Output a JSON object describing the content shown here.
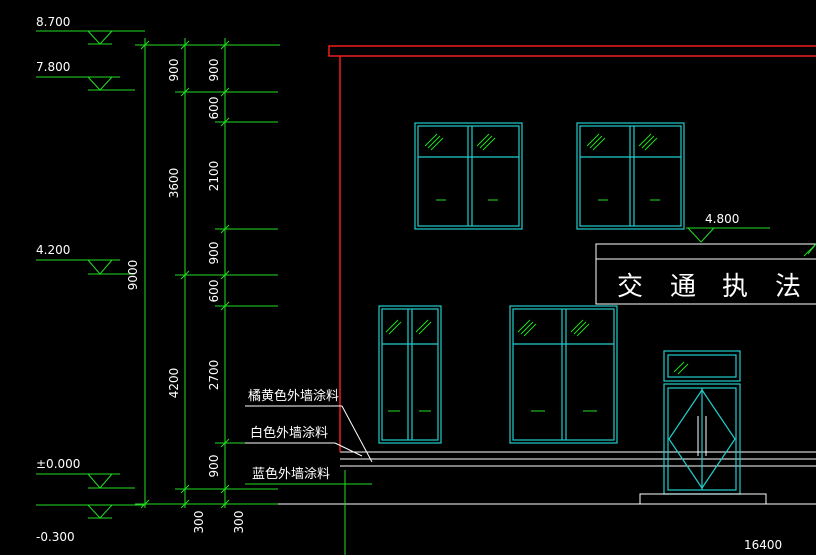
{
  "elevations": {
    "e8700": "8.700",
    "e7800": "7.800",
    "e4200": "4.200",
    "e0000": "±0.000",
    "em0300": "-0.300",
    "e4800": "4.800"
  },
  "dimensions": {
    "outer_900": "900",
    "outer_3600": "3600",
    "outer_4200": "4200",
    "total_9000": "9000",
    "inner_900_top": "900",
    "inner_600_a": "600",
    "inner_2100": "2100",
    "inner_900_mid": "900",
    "inner_600_b": "600",
    "inner_2700": "2700",
    "inner_900_bot": "900",
    "bottom_300_a": "300",
    "bottom_300_b": "300",
    "width_16400": "16400"
  },
  "materials": {
    "orange": "橘黄色外墙涂料",
    "white": "白色外墙涂料",
    "blue": "蓝色外墙涂料"
  },
  "signboard": {
    "c1": "交",
    "c2": "通",
    "c3": "执",
    "c4": "法"
  },
  "colors": {
    "background": "#000000",
    "dimension_lines": "#22dd22",
    "windows": "#22cccc",
    "building_outline": "#ff2020",
    "text": "#ffffff"
  }
}
